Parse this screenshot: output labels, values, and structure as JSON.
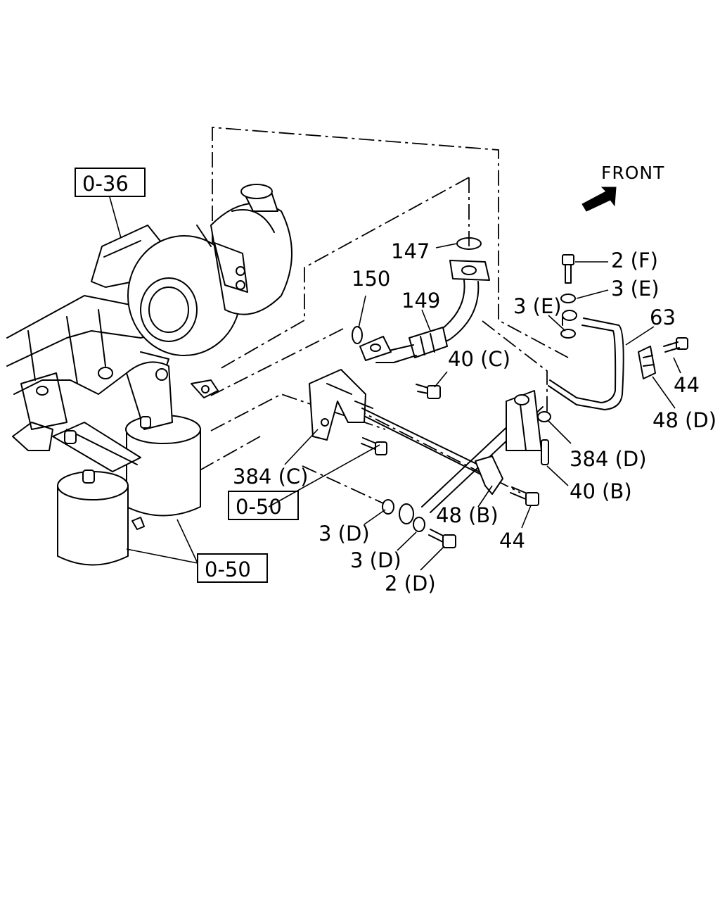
{
  "orientation": {
    "label": "FRONT"
  },
  "reference_boxes": [
    {
      "id": "ref-0-36",
      "text": "0-36"
    },
    {
      "id": "ref-0-50-a",
      "text": "0-50"
    },
    {
      "id": "ref-0-50-b",
      "text": "0-50"
    }
  ],
  "callouts": {
    "c147": "147",
    "c150": "150",
    "c149": "149",
    "c2f": "2 (F)",
    "c3e_r": "3 (E)",
    "c3e_l": "3 (E)",
    "c63": "63",
    "c44_r": "44",
    "c48d": "48 (D)",
    "c40c": "40 (C)",
    "c384d": "384 (D)",
    "c40b": "40 (B)",
    "c384c": "384 (C)",
    "c48b": "48 (B)",
    "c44_b": "44",
    "c3d_a": "3 (D)",
    "c3d_b": "3 (D)",
    "c2d": "2 (D)"
  }
}
